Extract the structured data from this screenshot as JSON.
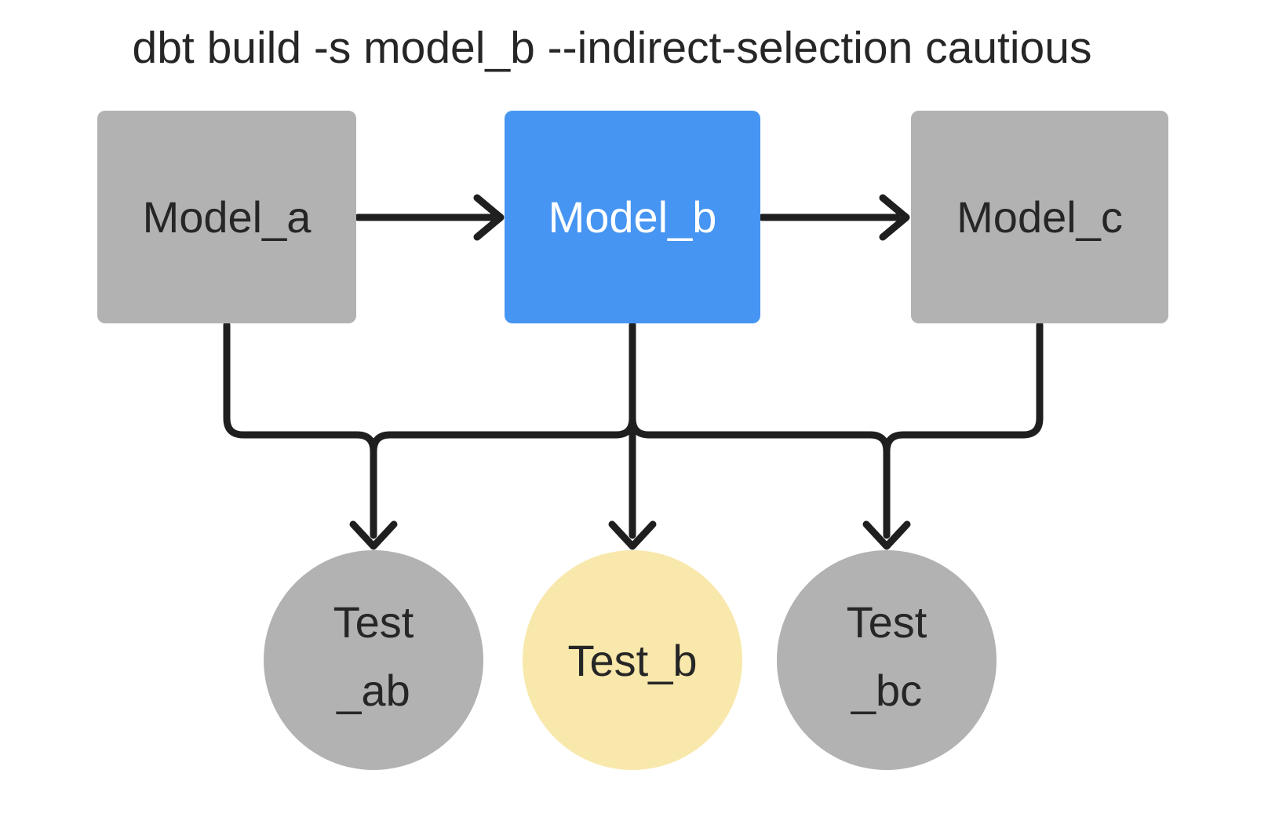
{
  "diagram": {
    "title": "dbt build -s model_b --indirect-selection cautious",
    "colors": {
      "background": "#ffffff",
      "node_gray": "#b2b2b2",
      "node_blue": "#4795f2",
      "node_yellow": "#f8e8ac",
      "edge": "#1f1f1f",
      "text_dark": "#262626",
      "text_light": "#ffffff"
    },
    "models": [
      {
        "label": "Model_a"
      },
      {
        "label": "Model_b"
      },
      {
        "label": "Model_c"
      }
    ],
    "tests": [
      {
        "label_line1": "Test",
        "label_line2": "_ab"
      },
      {
        "label": "Test_b"
      },
      {
        "label_line1": "Test",
        "label_line2": "_bc"
      }
    ]
  }
}
